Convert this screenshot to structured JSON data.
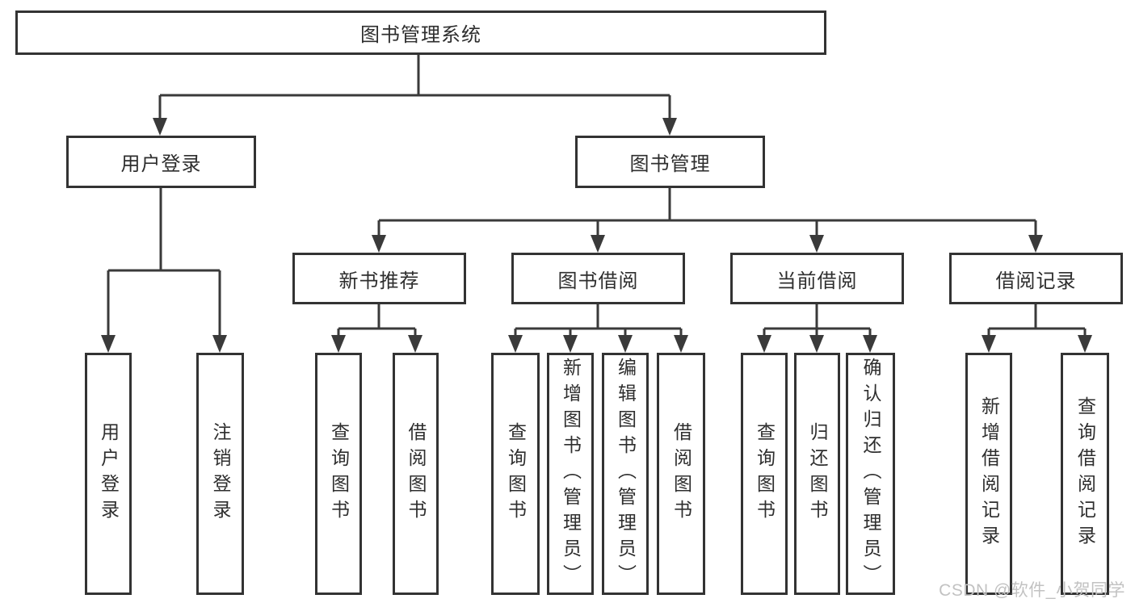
{
  "tree": {
    "label": "图书管理系统",
    "children": [
      {
        "label": "用户登录",
        "children": [
          {
            "label": "用户登录"
          },
          {
            "label": "注销登录"
          }
        ]
      },
      {
        "label": "图书管理",
        "children": [
          {
            "label": "新书推荐",
            "children": [
              {
                "label": "查询图书"
              },
              {
                "label": "借阅图书"
              }
            ]
          },
          {
            "label": "图书借阅",
            "children": [
              {
                "label": "查询图书"
              },
              {
                "label": "新增图书（管理员）"
              },
              {
                "label": "编辑图书（管理员）"
              },
              {
                "label": "借阅图书"
              }
            ]
          },
          {
            "label": "当前借阅",
            "children": [
              {
                "label": "查询图书"
              },
              {
                "label": "归还图书"
              },
              {
                "label": "确认归还（管理员）"
              }
            ]
          },
          {
            "label": "借阅记录",
            "children": [
              {
                "label": "新增借阅记录"
              },
              {
                "label": "查询借阅记录"
              }
            ]
          }
        ]
      }
    ]
  },
  "watermark": {
    "text": "CSDN @软件_小贺同学"
  },
  "colors": {
    "line": "#3a3a3a",
    "box_border": "#333333",
    "text": "#2e2e2e",
    "watermark": "#c2c2c2",
    "background": "#ffffff"
  }
}
